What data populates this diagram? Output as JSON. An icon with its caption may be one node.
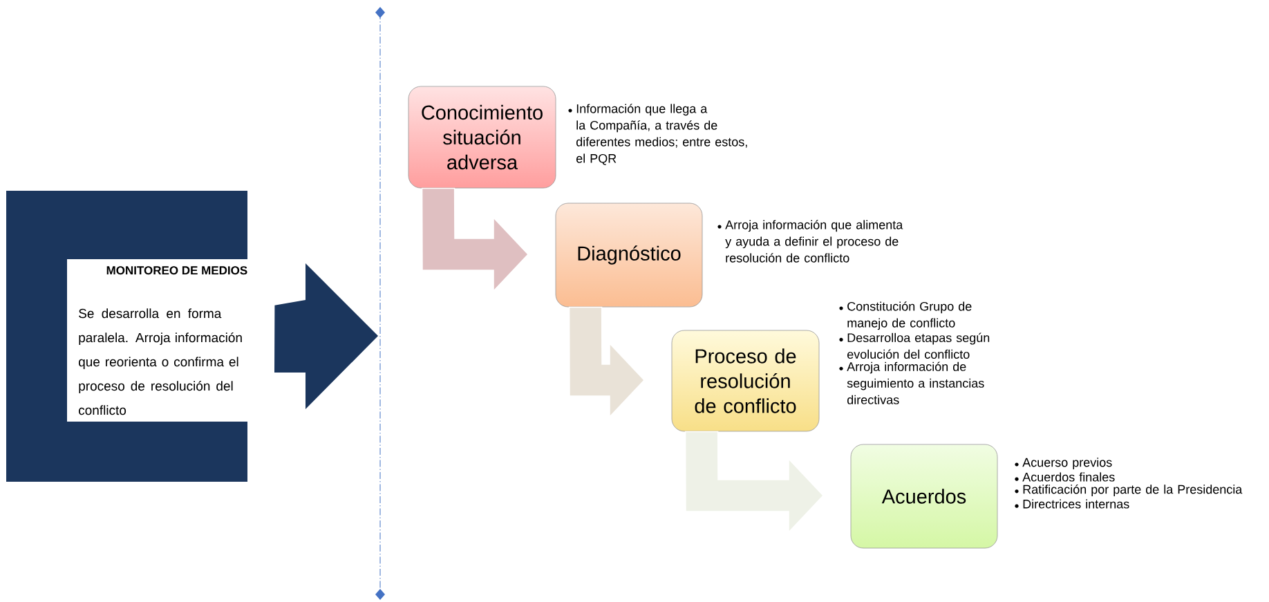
{
  "diagram": {
    "nodes": [
      {
        "text": [
          "MONITOREO DE MEDIOS",
          "Se desarrolla en forma paralela. Arroja información que reorienta o confirma el proceso de resolución del conflicto"
        ]
      },
      {
        "text": [
          "Conocimiento situación adversa"
        ],
        "beside": [
          "Información que llega a la Compañía, a través  de diferentes medios; entre estos, el PQR"
        ]
      },
      {
        "text": [
          "Diagnóstico"
        ],
        "beside": [
          "Arroja información que alimenta y ayuda a definir el proceso de resolución de conflicto"
        ]
      },
      {
        "text": [
          "Proceso de resolución de conflicto"
        ],
        "beside": [
          "Constitución Grupo de manejo de conflicto",
          "Desarrolloa etapas según evolución del conflicto",
          "Arroja información de seguimiento a instancias directivas"
        ]
      },
      {
        "text": [
          "Acuerdos"
        ],
        "beside": [
          "Acuerso previos",
          "Acuerdos finales",
          "Ratificación por parte de la Presidencia",
          "Directrices internas"
        ]
      }
    ],
    "edges": [
      {
        "from": 0,
        "to": null,
        "arrow": "to",
        "color": "#1b365d"
      },
      {
        "from": 1,
        "to": 2,
        "arrow": "to",
        "color": "#dfbfc1"
      },
      {
        "from": 2,
        "to": 3,
        "arrow": "to",
        "color": "#e9e2d7"
      },
      {
        "from": 3,
        "to": 4,
        "arrow": "to",
        "color": "#eef1e7"
      }
    ]
  }
}
